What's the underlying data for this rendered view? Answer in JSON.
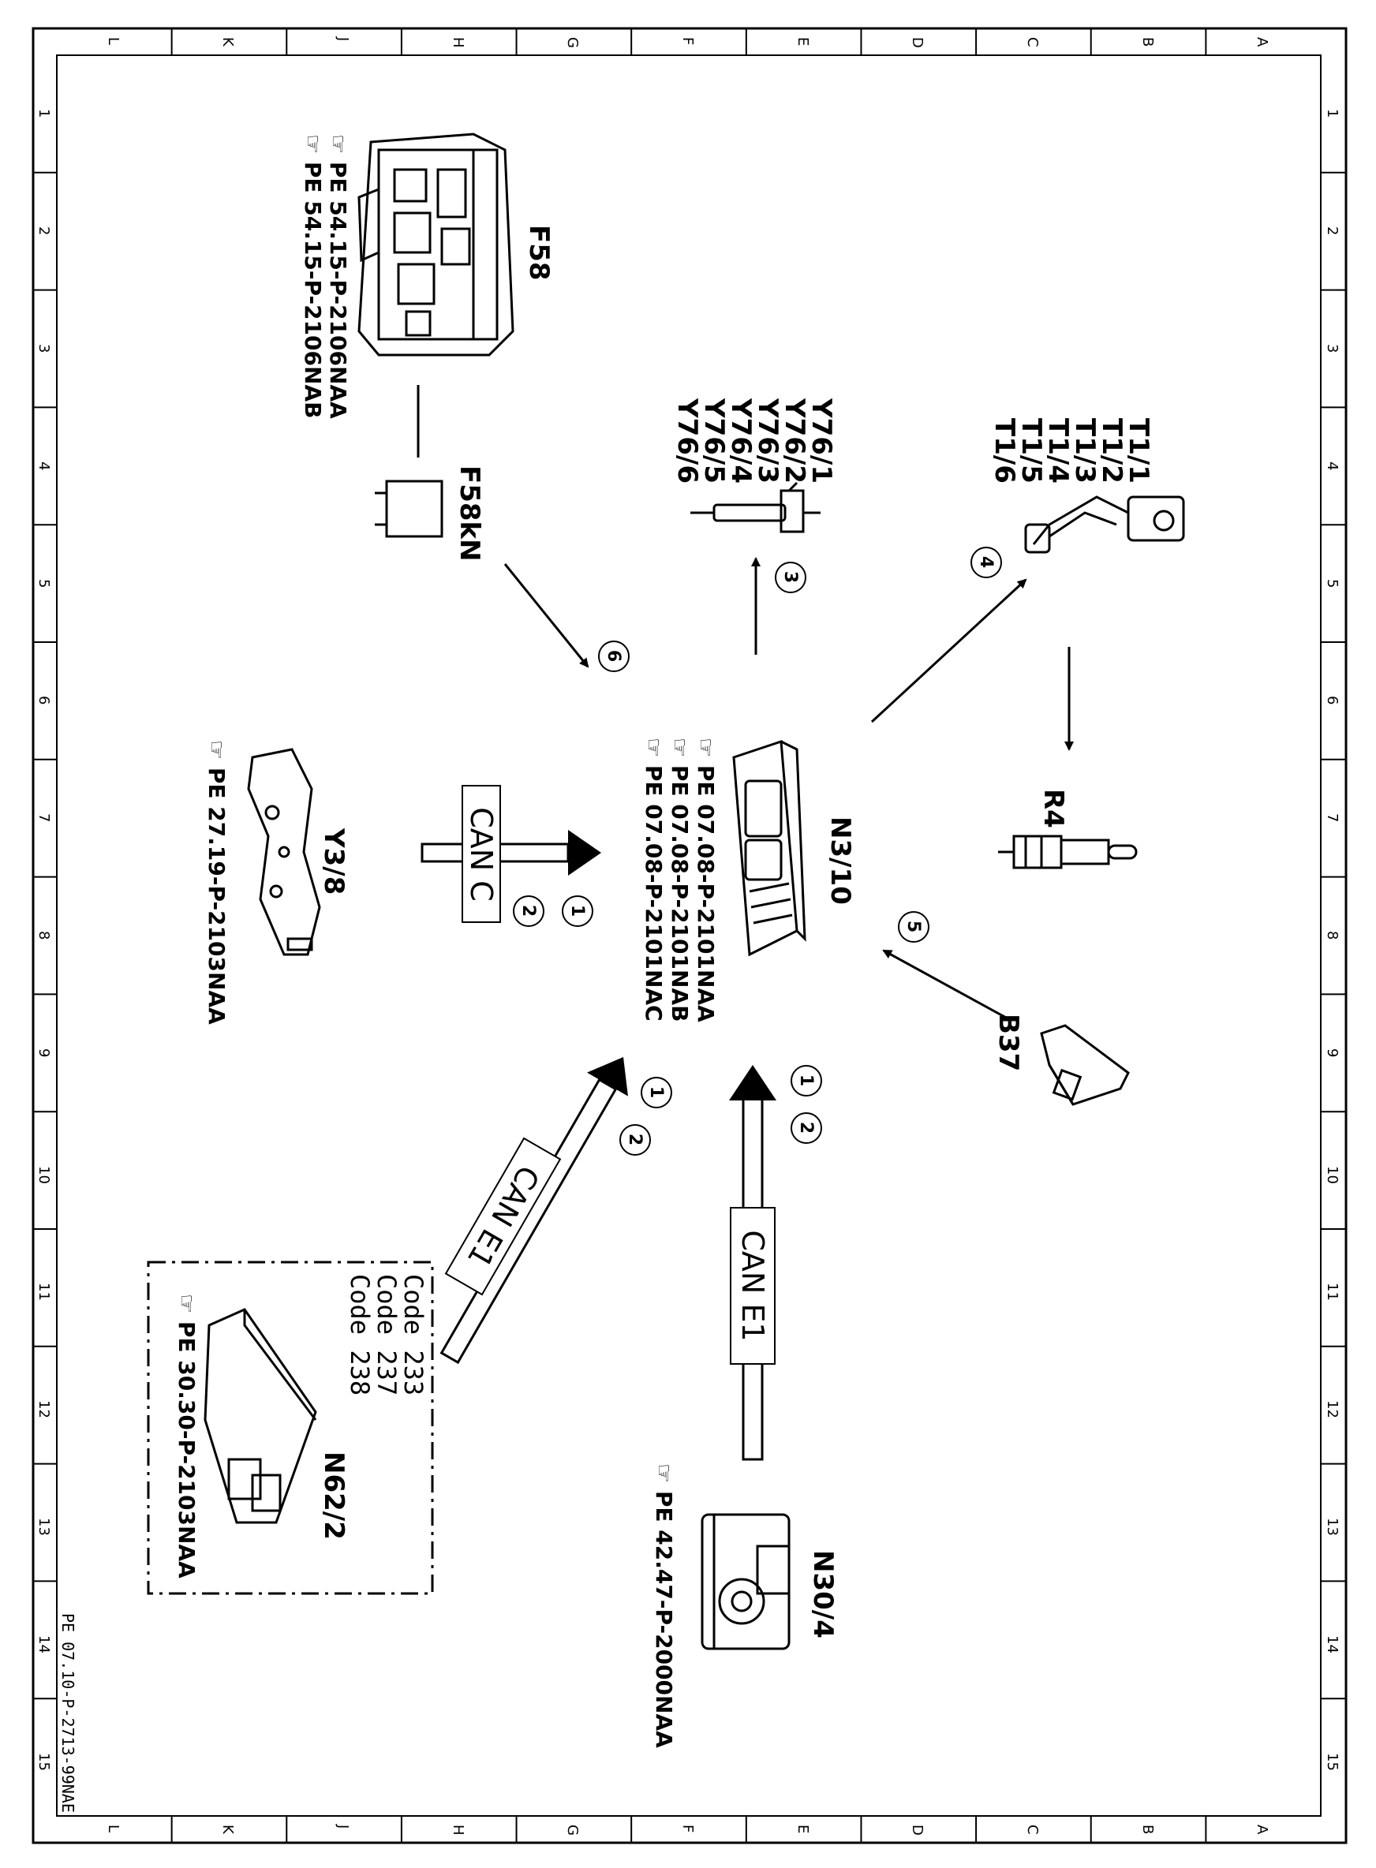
{
  "grid": {
    "column_letters": [
      "L",
      "K",
      "J",
      "H",
      "G",
      "F",
      "E",
      "D",
      "C",
      "B",
      "A"
    ],
    "row_numbers": [
      "1",
      "2",
      "3",
      "4",
      "5",
      "6",
      "7",
      "8",
      "9",
      "10",
      "11",
      "12",
      "13",
      "14",
      "15"
    ]
  },
  "drawing_reference": "PE 07.10-P-2713-99NAE",
  "components": {
    "f58": {
      "name": "F58",
      "refs": [
        "PE 54.15-P-2106NAA",
        "PE 54.15-P-2106NAB"
      ]
    },
    "f58kn": {
      "name": "F58kN"
    },
    "y76": {
      "names": [
        "Y76/1",
        "Y76/2",
        "Y76/3",
        "Y76/4",
        "Y76/5",
        "Y76/6"
      ]
    },
    "t1": {
      "names": [
        "T1/1",
        "T1/2",
        "T1/3",
        "T1/4",
        "T1/5",
        "T1/6"
      ]
    },
    "r4": {
      "name": "R4"
    },
    "n3_10": {
      "name": "N3/10",
      "refs": [
        "PE 07.08-P-2101NAA",
        "PE 07.08-P-2101NAB",
        "PE 07.08-P-2101NAC"
      ]
    },
    "y3_8": {
      "name": "Y3/8",
      "refs": [
        "PE 27.19-P-2103NAA"
      ]
    },
    "b37": {
      "name": "B37"
    },
    "n62_2": {
      "name": "N62/2",
      "codes": [
        "Code 233",
        "Code 237",
        "Code 238"
      ],
      "refs": [
        "PE 30.30-P-2103NAA"
      ]
    },
    "n30_4": {
      "name": "N30/4",
      "refs": [
        "PE 42.47-P-2000NAA"
      ]
    }
  },
  "buses": {
    "can_c": "CAN C",
    "can_e1_left": "CAN E1",
    "can_e1_bottom": "CAN E1"
  },
  "markers": {
    "m1": "1",
    "m2": "2",
    "m3": "3",
    "m4": "4",
    "m5": "5",
    "m6": "6"
  }
}
